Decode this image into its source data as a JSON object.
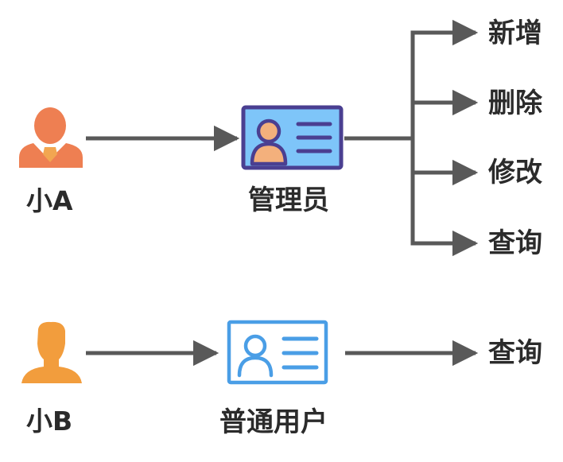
{
  "diagram": {
    "type": "role-permission-flow",
    "colors": {
      "arrow": "#595959",
      "text": "#2b2b2b",
      "user_a": "#ee7f52",
      "user_a_tie": "#f2a651",
      "user_b": "#f29d3d",
      "admin_card_border": "#4a3f91",
      "admin_card_fill": "#7ec5f9",
      "admin_avatar_fill": "#f3b07c",
      "user_card_border": "#4a9ee6",
      "user_card_fill": "#ffffff"
    },
    "users": [
      {
        "id": "user-a",
        "label": "小A",
        "icon": "person-business-icon"
      },
      {
        "id": "user-b",
        "label": "小B",
        "icon": "person-icon"
      }
    ],
    "roles": [
      {
        "id": "admin",
        "label": "管理员",
        "icon": "id-card-icon"
      },
      {
        "id": "normal-user",
        "label": "普通用户",
        "icon": "id-card-outline-icon"
      }
    ],
    "admin_permissions": [
      "新增",
      "删除",
      "修改",
      "查询"
    ],
    "user_permissions": [
      "查询"
    ],
    "edges": [
      {
        "from": "user-a",
        "to": "admin"
      },
      {
        "from": "admin",
        "to": "新增"
      },
      {
        "from": "admin",
        "to": "删除"
      },
      {
        "from": "admin",
        "to": "修改"
      },
      {
        "from": "admin",
        "to": "查询"
      },
      {
        "from": "user-b",
        "to": "normal-user"
      },
      {
        "from": "normal-user",
        "to": "查询"
      }
    ]
  }
}
